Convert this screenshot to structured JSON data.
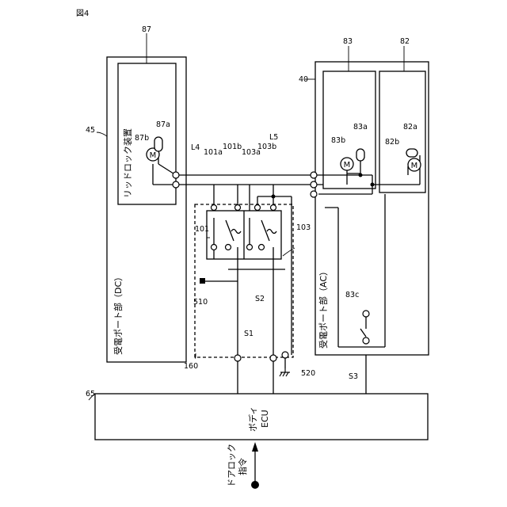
{
  "figure_label": "図4",
  "refs": {
    "r87": "87",
    "r83": "83",
    "r82": "82",
    "r40": "40",
    "r45": "45",
    "r87a": "87a",
    "r87b": "87b",
    "r83a": "83a",
    "r83b": "83b",
    "r82a": "82a",
    "r82b": "82b",
    "L4": "L4",
    "L5": "L5",
    "r101a": "101a",
    "r101b": "101b",
    "r103a": "103a",
    "r103b": "103b",
    "r101": "101",
    "r103": "103",
    "r510": "510",
    "S2": "S2",
    "S1": "S1",
    "r160": "160",
    "r520": "520",
    "r83c": "83c",
    "S3": "S3",
    "r65": "65"
  },
  "labels": {
    "lid_lock_device": "リッドロック装置",
    "dc_port": "受電ポート部（DC）",
    "ac_port": "受電ポート部（AC）",
    "body_ecu_line1": "ボディ",
    "body_ecu_line2": "ECU",
    "door_lock_cmd_line1": "ドアロック",
    "door_lock_cmd_line2": "指令",
    "motor": "M"
  }
}
